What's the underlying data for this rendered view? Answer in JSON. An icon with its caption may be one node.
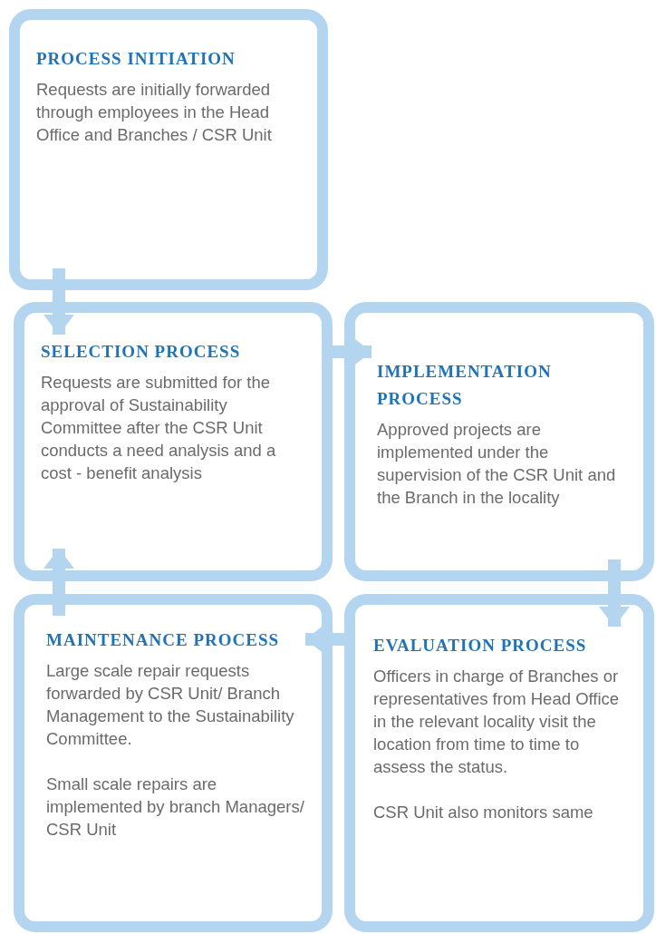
{
  "diagram": {
    "nodes": [
      {
        "text": [
          "PROCESS INITIATION",
          "Requests are initially forwarded through employees in the Head Office and Branches / CSR Unit"
        ]
      },
      {
        "text": [
          "SELECTION PROCESS",
          "Requests are submitted for the approval of Sustainability Committee after the CSR Unit conducts a need analysis and a cost - benefit analysis"
        ]
      },
      {
        "text": [
          "IMPLEMENTATION PROCESS",
          "Approved projects are implemented under the supervision of the CSR Unit and the Branch in the locality"
        ]
      },
      {
        "text": [
          "MAINTENANCE PROCESS",
          "Large scale repair requests forwarded by CSR Unit/ Branch Management to the Sustainability Committee.",
          "Small scale repairs are implemented by branch Managers/ CSR Unit"
        ]
      },
      {
        "text": [
          "EVALUATION PROCESS",
          "Officers in charge of Branches or representatives from Head Office in the relevant locality visit the location from time to time to assess the status.",
          "CSR Unit also monitors same"
        ]
      }
    ],
    "edges": [
      {
        "from": 0,
        "to": 1,
        "arrow": "to"
      },
      {
        "from": 1,
        "to": 2,
        "arrow": "to"
      },
      {
        "from": 2,
        "to": 4,
        "arrow": "to"
      },
      {
        "from": 4,
        "to": 3,
        "arrow": "to"
      },
      {
        "from": 3,
        "to": 1,
        "arrow": "to"
      }
    ]
  }
}
